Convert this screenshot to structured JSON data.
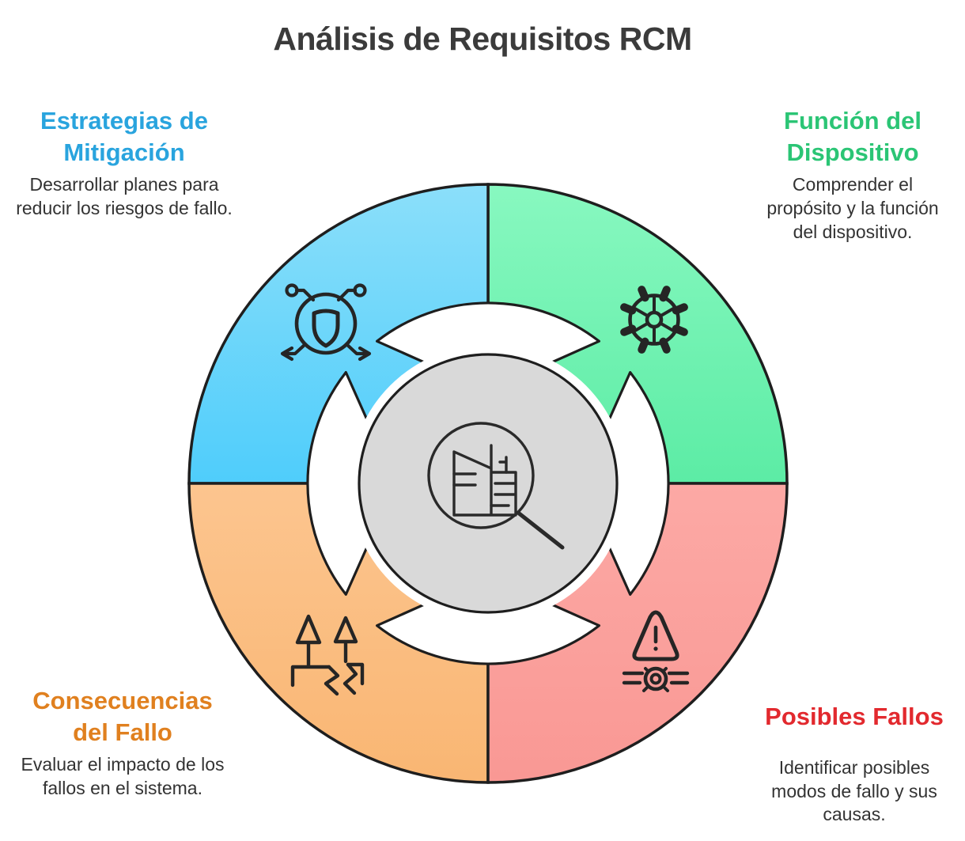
{
  "title": "Análisis de Requisitos RCM",
  "colors": {
    "outline": "#1e1e1e",
    "center_fill": "#d9d9d9",
    "blue_top": "#8bdffa",
    "blue_bottom": "#4fcdfb",
    "green_top": "#88f8c0",
    "green_bottom": "#5ceca5",
    "orange_top": "#fcc58f",
    "orange_bottom": "#f9b673",
    "red_top": "#fca9a5",
    "red_bottom": "#f99894"
  },
  "quadrants": {
    "mitigation": {
      "heading_line1": "Estrategias de",
      "heading_line2": "Mitigación",
      "heading_color": "#29a4de",
      "description": "Desarrollar planes para reducir los riesgos de fallo.",
      "icon": "shield-network-icon"
    },
    "function": {
      "heading_line1": "Función del",
      "heading_line2": "Dispositivo",
      "heading_color": "#2bc575",
      "description": "Comprender el propósito y la función del dispositivo.",
      "icon": "gear-icon"
    },
    "consequences": {
      "heading_line1": "Consecuencias",
      "heading_line2": "del Fallo",
      "heading_color": "#e0801f",
      "description": "Evaluar el impacto de los fallos en el sistema.",
      "icon": "cracked-ground-trees-icon"
    },
    "failures": {
      "heading_line1": "Posibles Fallos",
      "heading_color": "#e2292e",
      "description": "Identificar posibles modos de fallo y sus causas.",
      "icon": "warning-valve-icon"
    }
  },
  "center": {
    "icon": "magnifier-inspection-icon"
  }
}
